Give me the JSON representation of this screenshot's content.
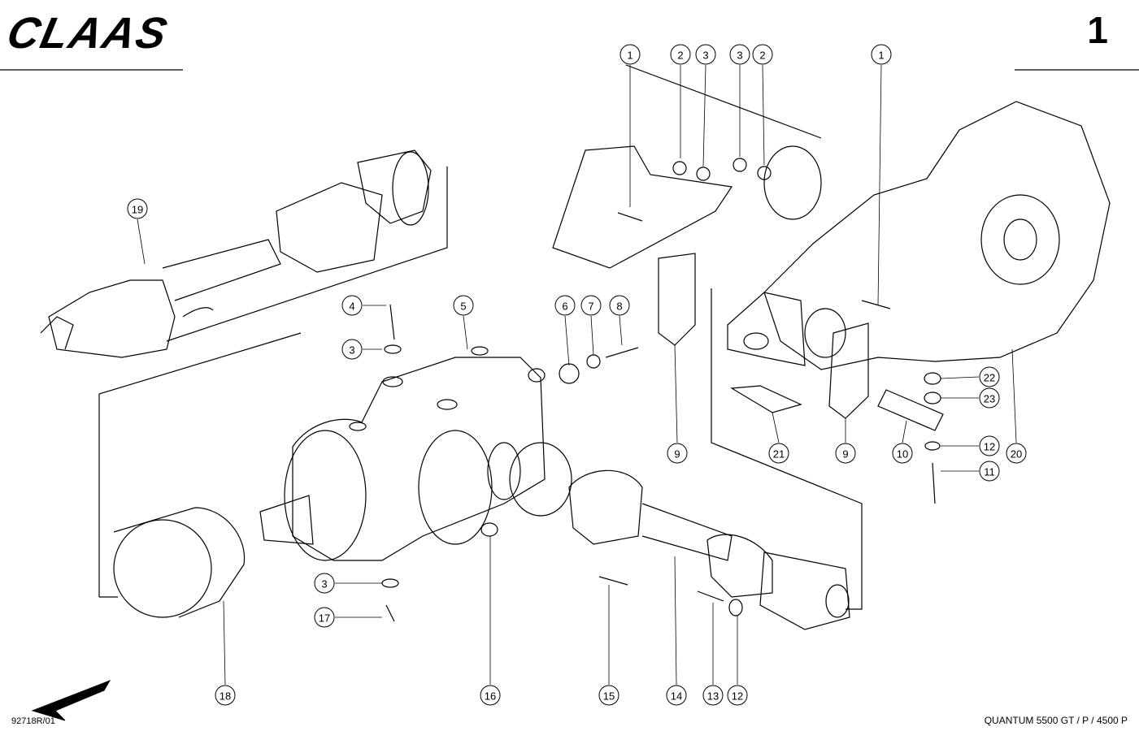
{
  "header": {
    "brand": "CLAAS",
    "page_number": "1"
  },
  "footer": {
    "drawing_ref": "92718R/01",
    "model": "QUANTUM  5500 GT / P / 4500 P"
  },
  "callouts": [
    {
      "label": "1"
    },
    {
      "label": "2"
    },
    {
      "label": "3"
    },
    {
      "label": "3"
    },
    {
      "label": "2"
    },
    {
      "label": "1"
    },
    {
      "label": "19"
    },
    {
      "label": "4"
    },
    {
      "label": "3"
    },
    {
      "label": "5"
    },
    {
      "label": "6"
    },
    {
      "label": "7"
    },
    {
      "label": "8"
    },
    {
      "label": "22"
    },
    {
      "label": "23"
    },
    {
      "label": "12"
    },
    {
      "label": "11"
    },
    {
      "label": "9"
    },
    {
      "label": "21"
    },
    {
      "label": "9"
    },
    {
      "label": "10"
    },
    {
      "label": "20"
    },
    {
      "label": "3"
    },
    {
      "label": "17"
    },
    {
      "label": "18"
    },
    {
      "label": "16"
    },
    {
      "label": "15"
    },
    {
      "label": "14"
    },
    {
      "label": "13"
    },
    {
      "label": "12"
    }
  ]
}
